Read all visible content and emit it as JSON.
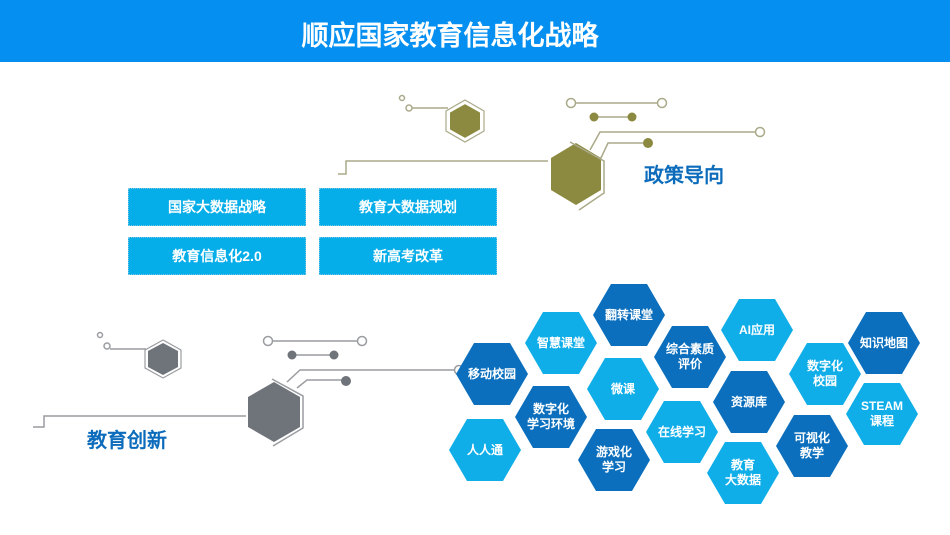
{
  "header": {
    "title": "顺应国家教育信息化战略"
  },
  "policy": {
    "label": "政策导向",
    "items": [
      "国家大数据战略",
      "教育大数据规划",
      "教育信息化2.0",
      "新高考改革"
    ]
  },
  "innovation": {
    "label": "教育创新",
    "hexes": [
      {
        "l1": "移动校园",
        "l2": "",
        "tone": "dark"
      },
      {
        "l1": "智慧课堂",
        "l2": "",
        "tone": "light"
      },
      {
        "l1": "翻转课堂",
        "l2": "",
        "tone": "dark"
      },
      {
        "l1": "微课",
        "l2": "",
        "tone": "light"
      },
      {
        "l1": "综合素质",
        "l2": "评价",
        "tone": "dark"
      },
      {
        "l1": "AI应用",
        "l2": "",
        "tone": "light"
      },
      {
        "l1": "资源库",
        "l2": "",
        "tone": "dark"
      },
      {
        "l1": "数字化",
        "l2": "校园",
        "tone": "light"
      },
      {
        "l1": "知识地图",
        "l2": "",
        "tone": "dark"
      },
      {
        "l1": "STEAM",
        "l2": "课程",
        "tone": "light"
      },
      {
        "l1": "数字化",
        "l2": "学习环境",
        "tone": "dark"
      },
      {
        "l1": "人人通",
        "l2": "",
        "tone": "light"
      },
      {
        "l1": "游戏化",
        "l2": "学习",
        "tone": "dark"
      },
      {
        "l1": "在线学习",
        "l2": "",
        "tone": "light"
      },
      {
        "l1": "教育",
        "l2": "大数据",
        "tone": "light"
      },
      {
        "l1": "可视化",
        "l2": "教学",
        "tone": "dark"
      }
    ]
  },
  "colors": {
    "header": "#0590f1",
    "dark": "#0b6fbd",
    "light": "#10aee9",
    "olive": "#8c8a40",
    "gray": "#6f737a"
  }
}
